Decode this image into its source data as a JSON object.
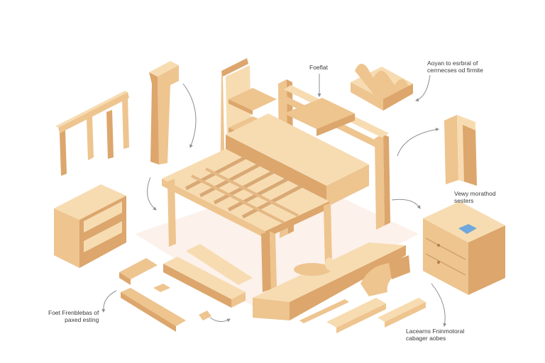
{
  "labels": {
    "top_center": "Foeflat",
    "top_right": [
      "Aoyan to esrbral of",
      "cerrnecses od firmite"
    ],
    "mid_right": [
      "Vewy morathod",
      "sesters"
    ],
    "bottom_left": [
      "Foet Frenblebas of",
      "paxed esting"
    ],
    "bottom_right": [
      "Lacearns Fninmotoral",
      "cabager aobes"
    ]
  },
  "colors": {
    "wood_light": "#f7dcb2",
    "wood_mid": "#eec48f",
    "wood_dark": "#dca66c",
    "arrow": "#8a8e94",
    "accent_blue": "#6fa8dc"
  }
}
